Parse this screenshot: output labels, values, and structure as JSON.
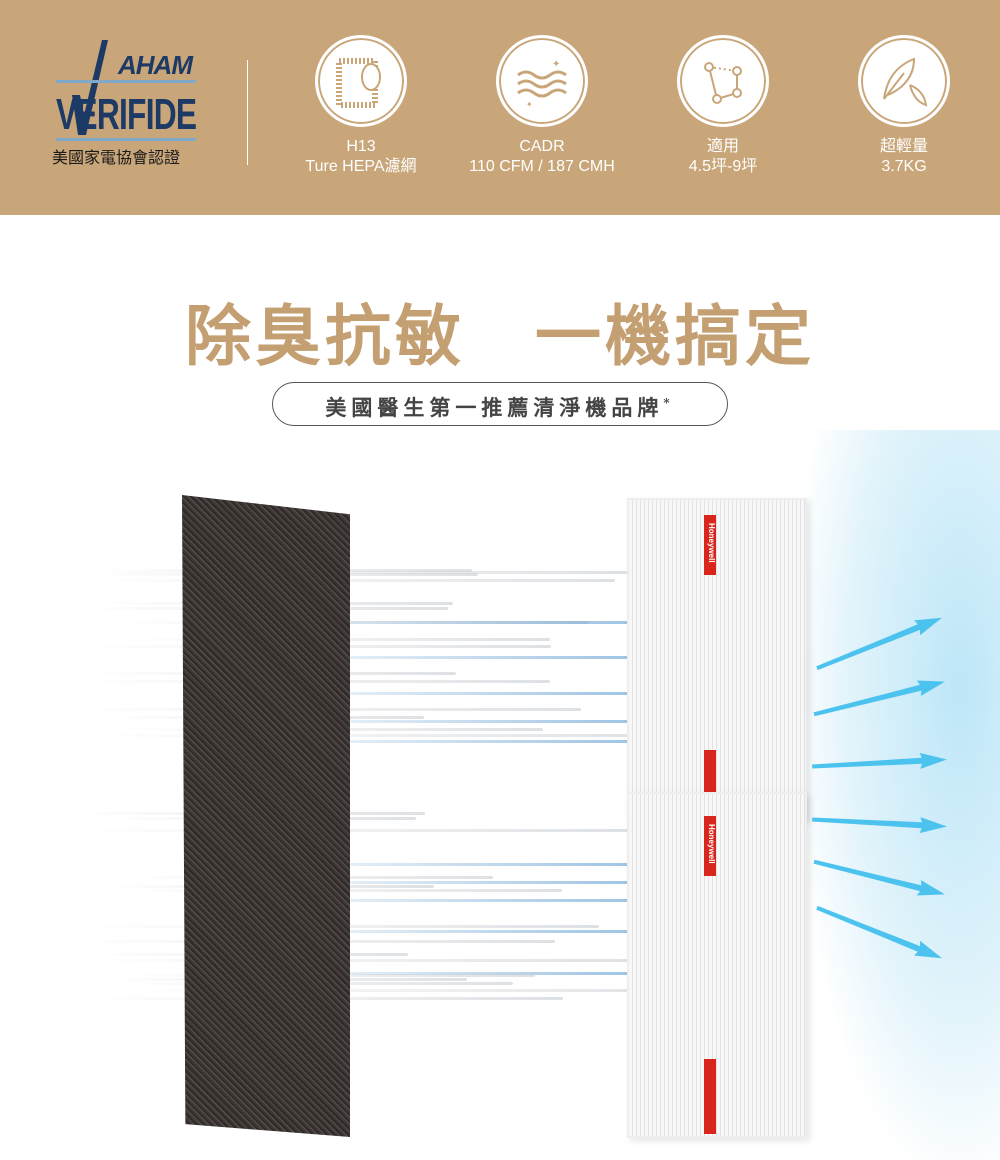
{
  "logo": {
    "top": "AHAM",
    "main": "VERIFIDE",
    "caption": "美國家電協會認證"
  },
  "features": [
    {
      "icon": "hepa-filter-icon",
      "line1": "H13",
      "line2": "Ture HEPA濾網"
    },
    {
      "icon": "airflow-icon",
      "line1": "CADR",
      "line2": "110 CFM / 187 CMH"
    },
    {
      "icon": "area-icon",
      "line1": "適用",
      "line2": "4.5坪-9坪"
    },
    {
      "icon": "feather-icon",
      "line1": "超輕量",
      "line2": "3.7KG"
    }
  ],
  "headline": "除臭抗敏　一機搞定",
  "subtitle": "美國醫生第一推薦清淨機品牌",
  "subtitle_mark": "*",
  "brand": "Honeywell",
  "colors": {
    "band": "#c9a679",
    "title": "#c49f72",
    "logo": "#1d3a66",
    "strip": "#d9261c",
    "arrow": "#4cc3ee"
  }
}
